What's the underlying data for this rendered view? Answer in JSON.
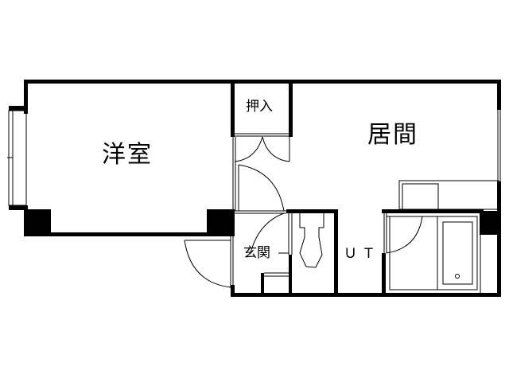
{
  "floor_plan": {
    "type": "apartment-floor-plan",
    "colors": {
      "wall": "#000000",
      "line": "#000000",
      "background": "#ffffff"
    },
    "rooms": [
      {
        "id": "western-room",
        "label": "洋室"
      },
      {
        "id": "living-room",
        "label": "居間"
      },
      {
        "id": "closet",
        "label": "押入"
      },
      {
        "id": "entrance",
        "label": "玄関"
      },
      {
        "id": "utility",
        "label": "ＵＴ"
      }
    ],
    "fixtures": [
      {
        "id": "toilet",
        "label": ""
      },
      {
        "id": "bathtub",
        "label": ""
      },
      {
        "id": "kitchen-sink",
        "label": ""
      }
    ]
  }
}
